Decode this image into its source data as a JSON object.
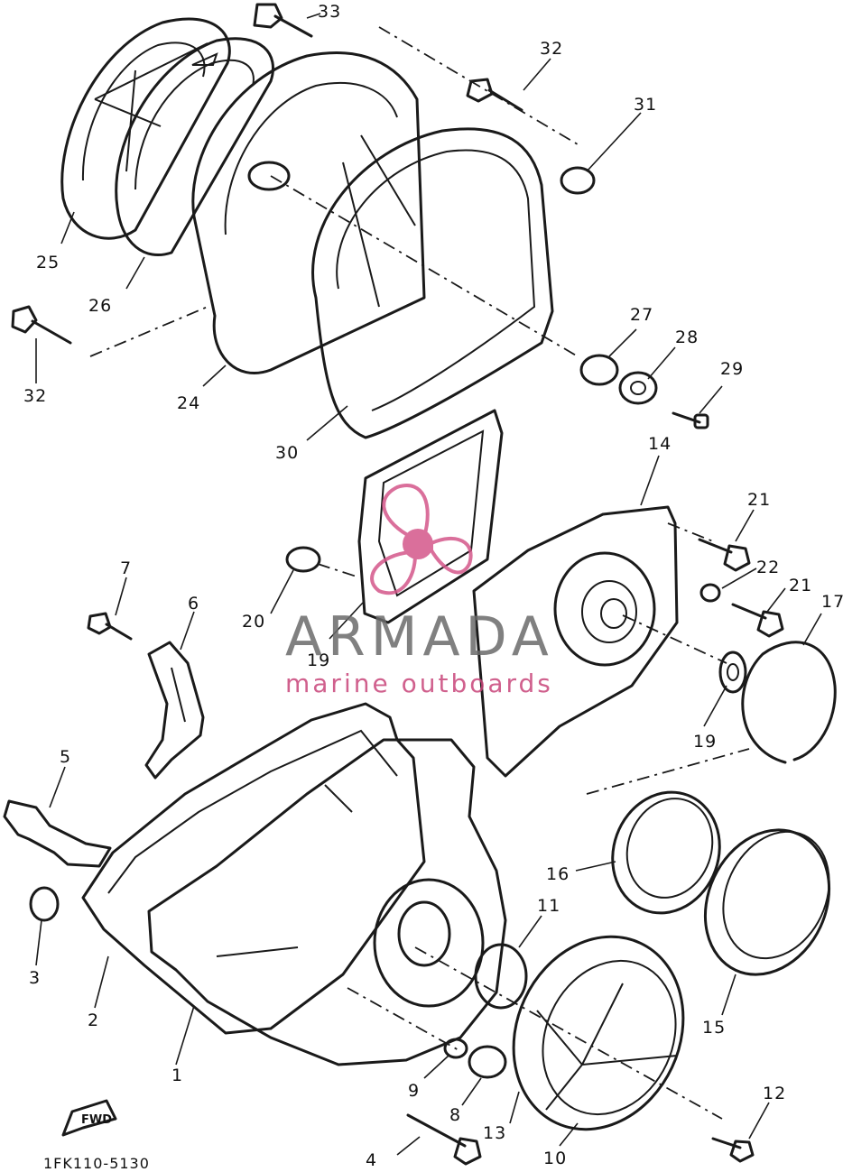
{
  "diagram": {
    "part_code": "1FK110-5130",
    "fwd_mark": "FWD",
    "labels": {
      "n1": "1",
      "n2": "2",
      "n3": "3",
      "n4": "4",
      "n5": "5",
      "n6": "6",
      "n7": "7",
      "n8": "8",
      "n9": "9",
      "n10": "10",
      "n11": "11",
      "n12": "12",
      "n13": "13",
      "n14": "14",
      "n15": "15",
      "n16": "16",
      "n17": "17",
      "n19a": "19",
      "n19b": "19",
      "n20": "20",
      "n21a": "21",
      "n21b": "21",
      "n22": "22",
      "n24": "24",
      "n25": "25",
      "n26": "26",
      "n27": "27",
      "n28": "28",
      "n29": "29",
      "n30": "30",
      "n31": "31",
      "n32a": "32",
      "n32b": "32",
      "n33": "33"
    }
  },
  "watermark": {
    "brand": "ARMADA",
    "tagline": "marine outboards",
    "accent_color": "#d4578a",
    "text_color": "#6b6b6b"
  }
}
